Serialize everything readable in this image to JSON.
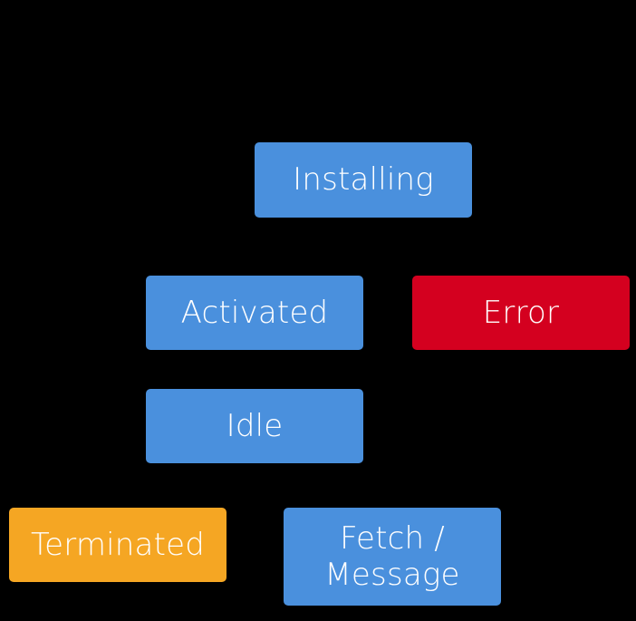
{
  "diagram": {
    "background_color": "#000000",
    "text_color": "#ffffff",
    "palette": {
      "blue": "#4a90dd",
      "red": "#d4001f",
      "orange": "#f5a623"
    },
    "nodes": [
      {
        "id": "installing",
        "label": "Installing",
        "color": "#4a90dd",
        "shape": "rounded-rect"
      },
      {
        "id": "activated",
        "label": "Activated",
        "color": "#4a90dd",
        "shape": "rounded-rect"
      },
      {
        "id": "error",
        "label": "Error",
        "color": "#d4001f",
        "shape": "rounded-rect"
      },
      {
        "id": "idle",
        "label": "Idle",
        "color": "#4a90dd",
        "shape": "rounded-rect"
      },
      {
        "id": "terminated",
        "label": "Terminated",
        "color": "#f5a623",
        "shape": "rounded-rect"
      },
      {
        "id": "fetch_message",
        "label": "Fetch /\nMessage",
        "color": "#4a90dd",
        "shape": "rounded-rect"
      }
    ]
  }
}
